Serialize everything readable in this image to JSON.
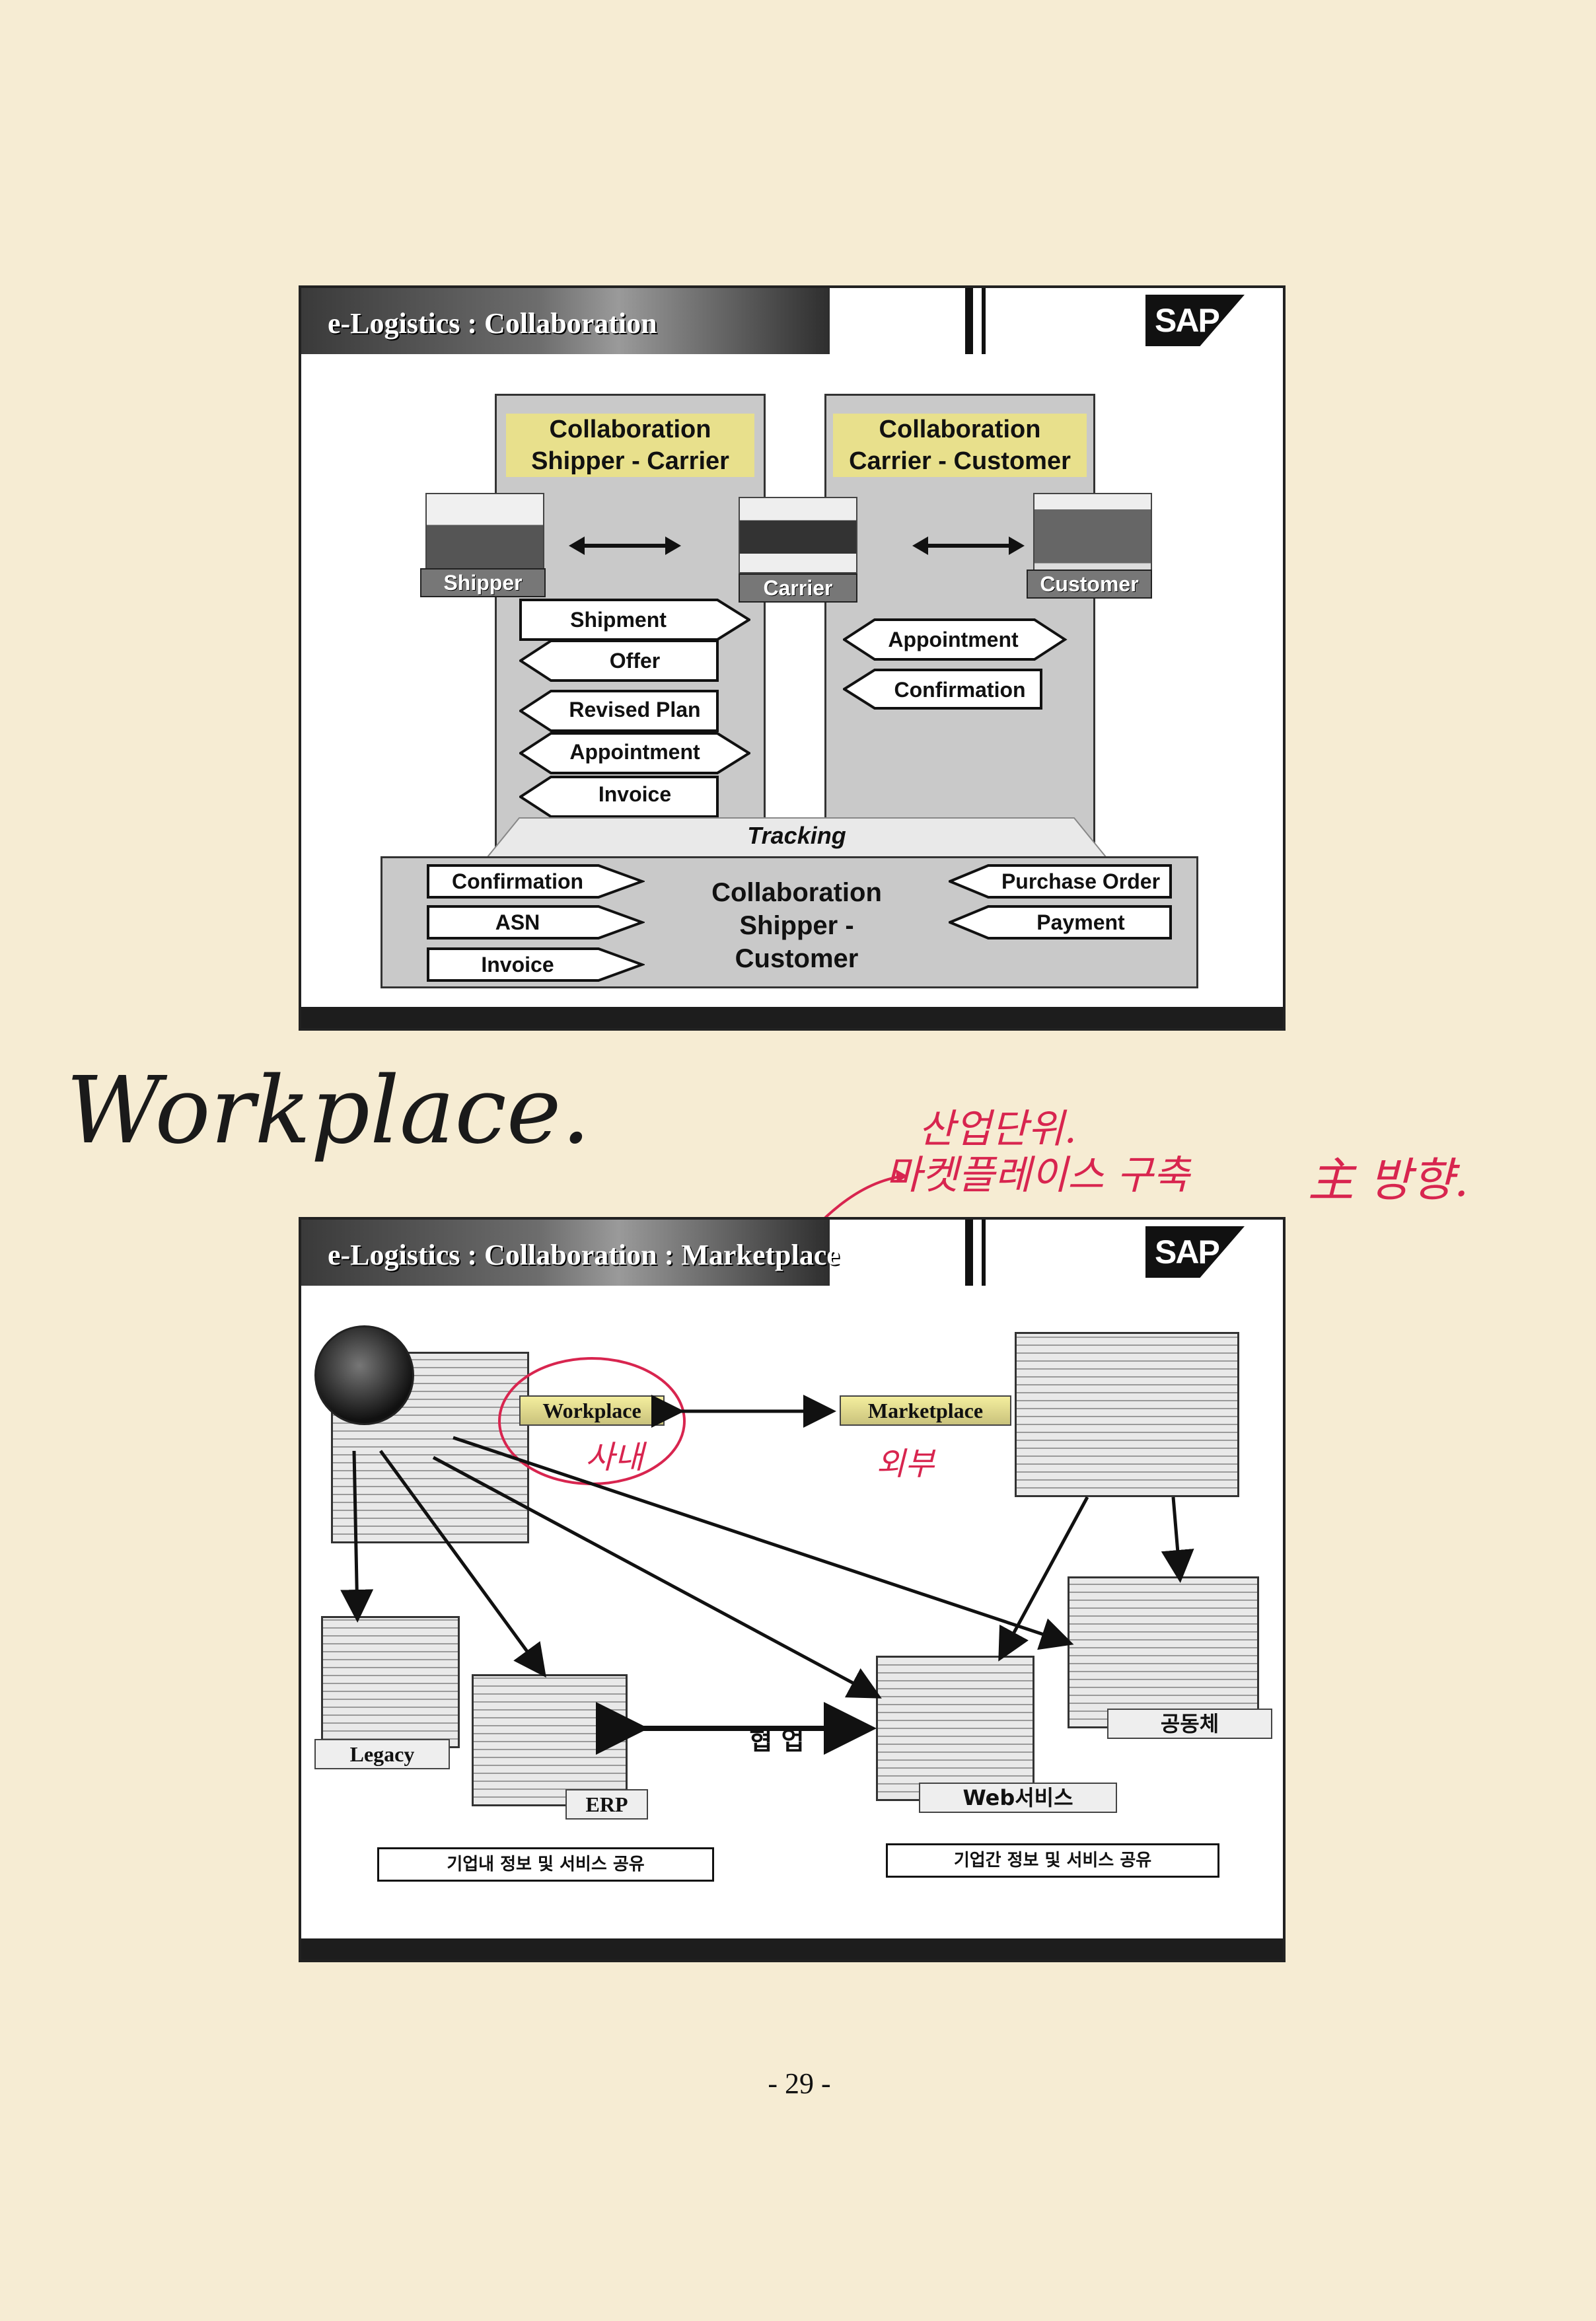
{
  "slide1": {
    "title": "e-Logistics : Collaboration",
    "logo": "SAP",
    "panel_left": {
      "line1": "Collaboration",
      "line2": "Shipper - Carrier"
    },
    "panel_right": {
      "line1": "Collaboration",
      "line2": "Carrier - Customer"
    },
    "nodes": {
      "shipper": "Shipper",
      "carrier": "Carrier",
      "customer": "Customer"
    },
    "left_messages": [
      {
        "label": "Shipment",
        "dir": "right"
      },
      {
        "label": "Offer",
        "dir": "left"
      },
      {
        "label": "Revised Plan",
        "dir": "left"
      },
      {
        "label": "Appointment",
        "dir": "both"
      },
      {
        "label": "Invoice",
        "dir": "left"
      }
    ],
    "right_messages": [
      {
        "label": "Appointment",
        "dir": "both"
      },
      {
        "label": "Confirmation",
        "dir": "left"
      }
    ],
    "tracking": "Tracking",
    "bottom": {
      "center": {
        "line1": "Collaboration",
        "line2": "Shipper -",
        "line3": "Customer"
      },
      "left": [
        "Confirmation",
        "ASN",
        "Invoice"
      ],
      "right": [
        "Purchase Order",
        "Payment"
      ]
    }
  },
  "handwriting": {
    "workplace": "Workplace.",
    "korean_top": "산업단위.",
    "korean_mid": "마켓플레이스 구축",
    "korean_right": "主 방향.",
    "circle_note": "사내",
    "market_note": "외부"
  },
  "slide2": {
    "title": "e-Logistics : Collaboration : Marketplace",
    "logo": "SAP",
    "workplace": "Workplace",
    "marketplace": "Marketplace",
    "legacy": "Legacy",
    "erp": "ERP",
    "collab": "협 업",
    "web": "Web서비스",
    "community": "공동체",
    "left_caption": "기업내 정보 및 서비스 공유",
    "right_caption": "기업간 정보 및 서비스 공유"
  },
  "page_number": "- 29 -"
}
